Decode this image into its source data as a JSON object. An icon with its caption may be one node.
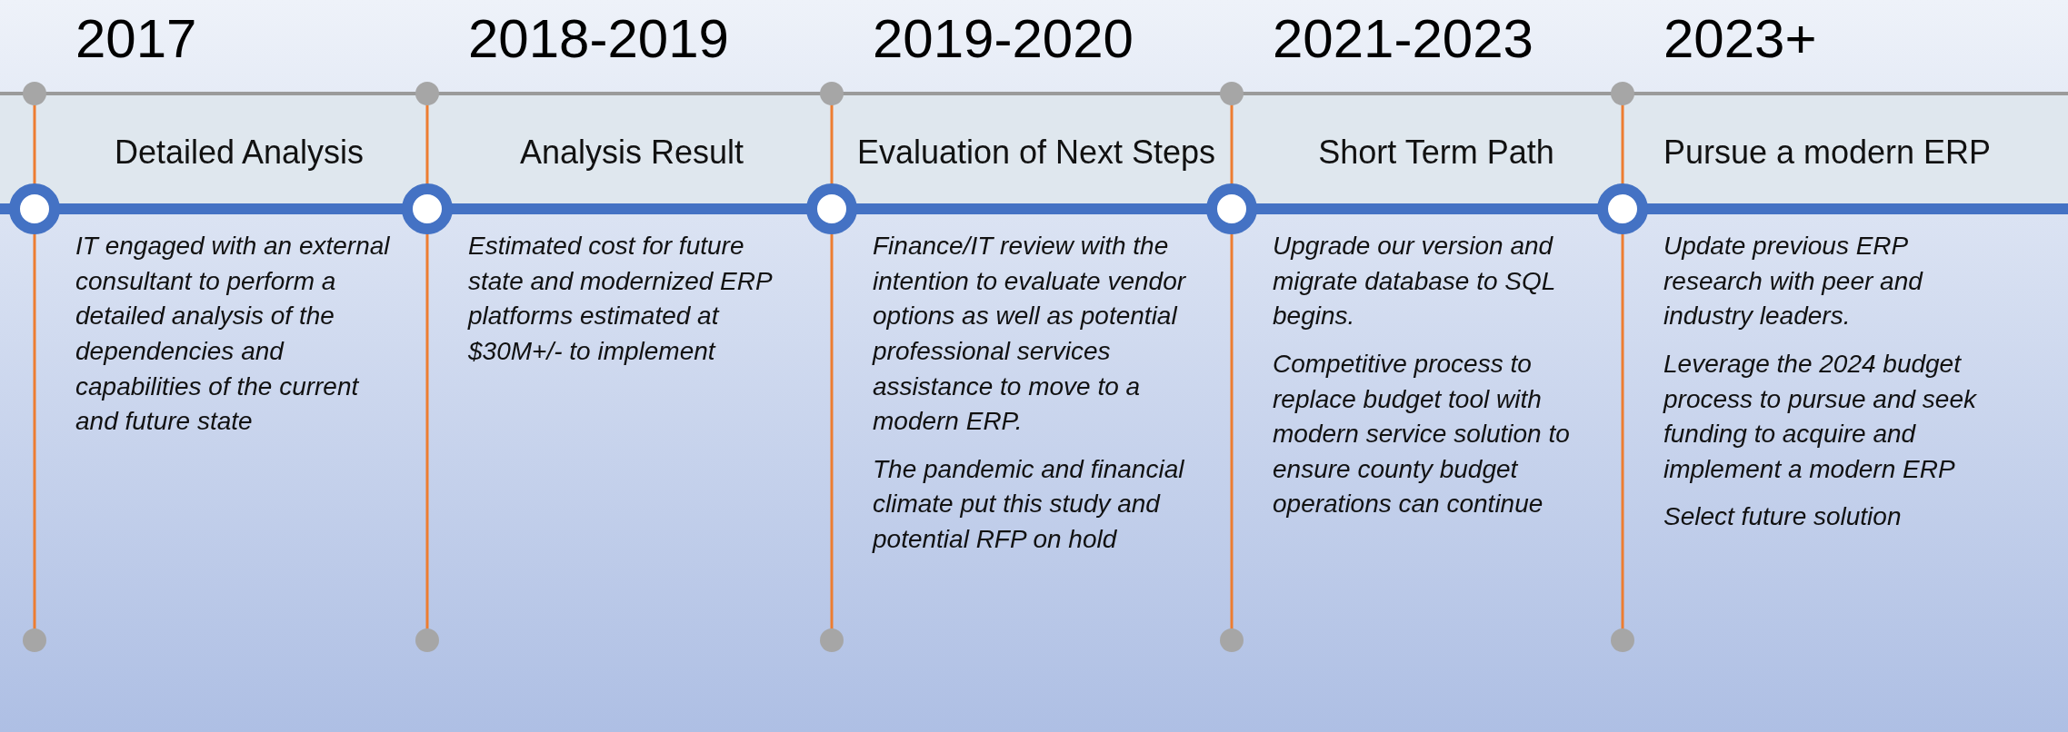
{
  "diagram": {
    "nodes": [
      {
        "text": [
          "2017",
          "Detailed Analysis",
          "IT engaged with an external consultant to perform a detailed analysis of the dependencies and capabilities of the current and future state"
        ]
      },
      {
        "text": [
          "2018-2019",
          "Analysis Result",
          "Estimated cost for future state and modernized ERP platforms estimated at $30M+/- to implement"
        ]
      },
      {
        "text": [
          "2019-2020",
          "Evaluation of Next Steps",
          "Finance/IT review with the intention to evaluate vendor options as well as potential professional services assistance to move to a modern ERP.",
          "The pandemic and financial climate put this study and potential RFP on hold"
        ]
      },
      {
        "text": [
          "2021-2023",
          "Short Term Path",
          "Upgrade our version and migrate database to SQL begins.",
          "Competitive process to replace budget tool with modern service solution to ensure county budget operations can continue"
        ]
      },
      {
        "text": [
          "2023+",
          "Pursue a modern ERP",
          "Update previous ERP research with peer and industry leaders.",
          "Leverage the 2024 budget process to pursue and seek funding to acquire and implement a modern ERP",
          "Select future solution"
        ]
      }
    ]
  }
}
